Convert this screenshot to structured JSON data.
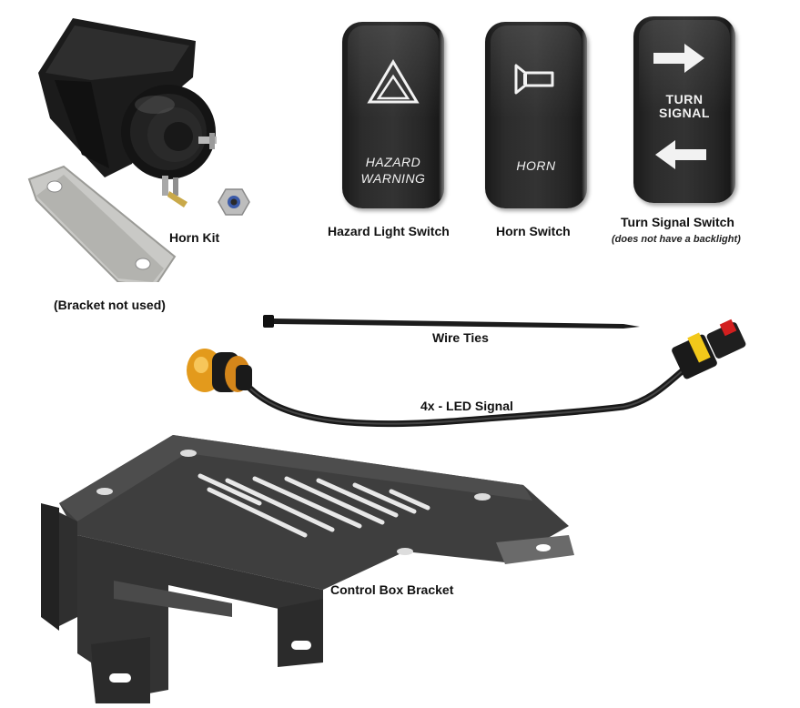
{
  "labels": {
    "horn_kit": "Horn Kit",
    "bracket_not_used": "(Bracket not used)",
    "hazard_light_switch": "Hazard Light Switch",
    "horn_switch": "Horn Switch",
    "turn_signal_switch": "Turn Signal Switch",
    "turn_signal_note": "(does not have a backlight)",
    "wire_ties": "Wire Ties",
    "led_signal": "4x - LED Signal",
    "control_box_bracket": "Control Box Bracket"
  },
  "switches": {
    "hazard": {
      "text_line1": "HAZARD",
      "text_line2": "WARNING",
      "icon": "hazard-triangle-icon"
    },
    "horn": {
      "text": "HORN",
      "icon": "horn-icon"
    },
    "turn": {
      "text_line1": "TURN",
      "text_line2": "SIGNAL",
      "icon": "arrow-icons"
    }
  },
  "colors": {
    "switch_body": "#2a2a2a",
    "switch_text": "#f2f2f2",
    "led_amber": "#e39a1c",
    "bracket_metal": "#3a3a3a",
    "connector_red": "#d21f1f",
    "connector_yellow": "#f2c81a"
  }
}
